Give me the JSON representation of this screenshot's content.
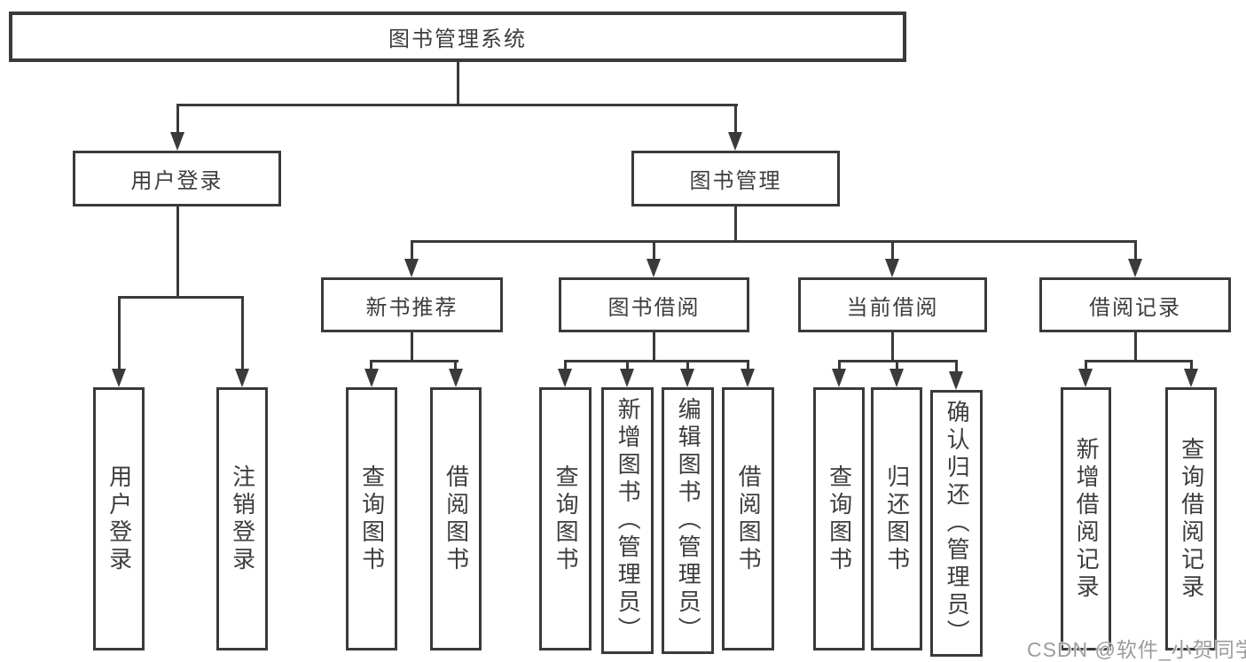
{
  "diagram_title": "图书管理系统",
  "nodes": {
    "root": {
      "label": "图书管理系统"
    },
    "user_login": {
      "label": "用户登录"
    },
    "book_mgmt": {
      "label": "图书管理"
    },
    "new_book_rec": {
      "label": "新书推荐"
    },
    "book_borrow": {
      "label": "图书借阅"
    },
    "current_borrow": {
      "label": "当前借阅"
    },
    "borrow_records": {
      "label": "借阅记录"
    },
    "leaf_user_login": {
      "label": "用户登录"
    },
    "leaf_logout": {
      "label": "注销登录"
    },
    "leaf_query_book_rec": {
      "label": "查询图书"
    },
    "leaf_borrow_book_rec": {
      "label": "借阅图书"
    },
    "leaf_query_book_borrow": {
      "label": "查询图书"
    },
    "leaf_add_book_admin": {
      "label": "新增图书（管理员）"
    },
    "leaf_edit_book_admin": {
      "label": "编辑图书（管理员）"
    },
    "leaf_borrow_book_borrow": {
      "label": "借阅图书"
    },
    "leaf_query_book_current": {
      "label": "查询图书"
    },
    "leaf_return_book": {
      "label": "归还图书"
    },
    "leaf_confirm_return_admin": {
      "label": "确认归还（管理员）"
    },
    "leaf_add_borrow_record": {
      "label": "新增借阅记录"
    },
    "leaf_query_borrow_record": {
      "label": "查询借阅记录"
    }
  },
  "watermark": {
    "text": "CSDN @软件_小贺同学"
  },
  "colors": {
    "line": "#3a3a3a",
    "text": "#3d3d3d",
    "watermark": "#9c9c9c",
    "background": "#ffffff"
  }
}
